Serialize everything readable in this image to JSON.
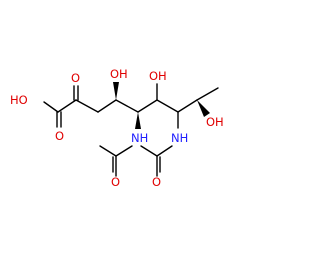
{
  "diagram": {
    "colors": {
      "background": "#ffffff",
      "bond": "#000000",
      "oxygen": "#e00000",
      "nitrogen": "#2020ff"
    },
    "labels": {
      "acid_oh": "HO",
      "acid_carbonyl_o": "O",
      "keto_o": "O",
      "c4_oh": "OH",
      "c6_oh": "OH",
      "c8_oh": "OH",
      "c5_nh": "NH",
      "c7_nh": "NH",
      "acetyl1_o": "O",
      "acetyl2_o": "O"
    }
  }
}
